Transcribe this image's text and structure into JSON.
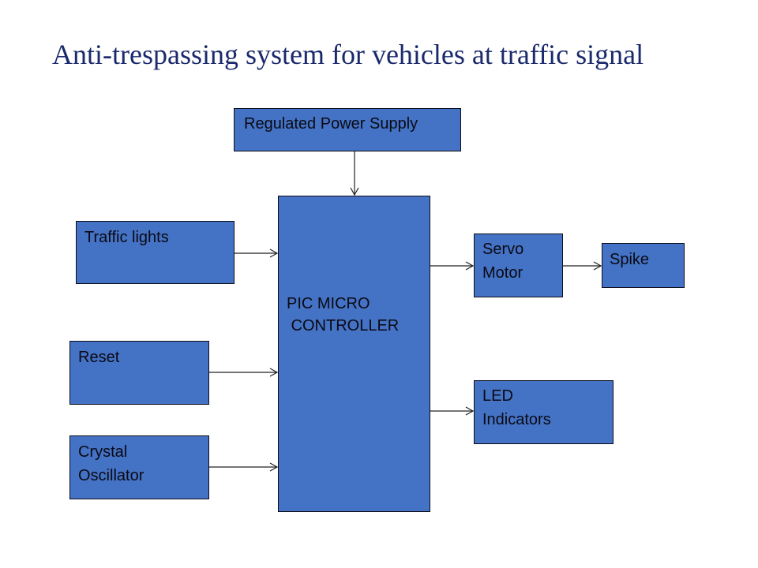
{
  "title": "Anti-trespassing system for vehicles at traffic signal",
  "colors": {
    "block_fill": "#4472c4",
    "title": "#1a2a6c",
    "border": "#0d0d1a"
  },
  "blocks": {
    "power": "Regulated Power Supply",
    "traffic": "Traffic lights",
    "reset": "Reset",
    "crystal": "Crystal\nOscillator",
    "pic_line1": "PIC MICRO",
    "pic_line2": " CONTROLLER",
    "servo": "Servo\nMotor",
    "spike": "Spike",
    "led": "LED\nIndicators"
  },
  "connections": [
    {
      "from": "Regulated Power Supply",
      "to": "PIC MICRO CONTROLLER"
    },
    {
      "from": "Traffic lights",
      "to": "PIC MICRO CONTROLLER"
    },
    {
      "from": "Reset",
      "to": "PIC MICRO CONTROLLER"
    },
    {
      "from": "Crystal Oscillator",
      "to": "PIC MICRO CONTROLLER"
    },
    {
      "from": "PIC MICRO CONTROLLER",
      "to": "Servo Motor"
    },
    {
      "from": "Servo Motor",
      "to": "Spike"
    },
    {
      "from": "PIC MICRO CONTROLLER",
      "to": "LED Indicators"
    }
  ]
}
